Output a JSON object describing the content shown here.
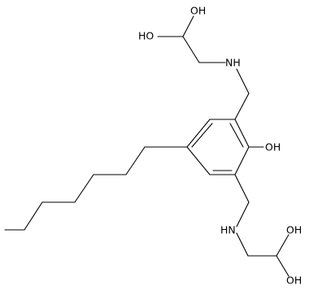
{
  "molecule": {
    "labels": {
      "oh_top_upper": "OH",
      "ho_top_left": "HO",
      "nh_top": "NH",
      "oh_ring": "OH",
      "hn_bottom": "HN",
      "oh_bottom_upper": "OH",
      "oh_bottom_lower": "OH"
    },
    "colors": {
      "bond": "#000000",
      "text": "#000000",
      "background": "#ffffff"
    }
  }
}
